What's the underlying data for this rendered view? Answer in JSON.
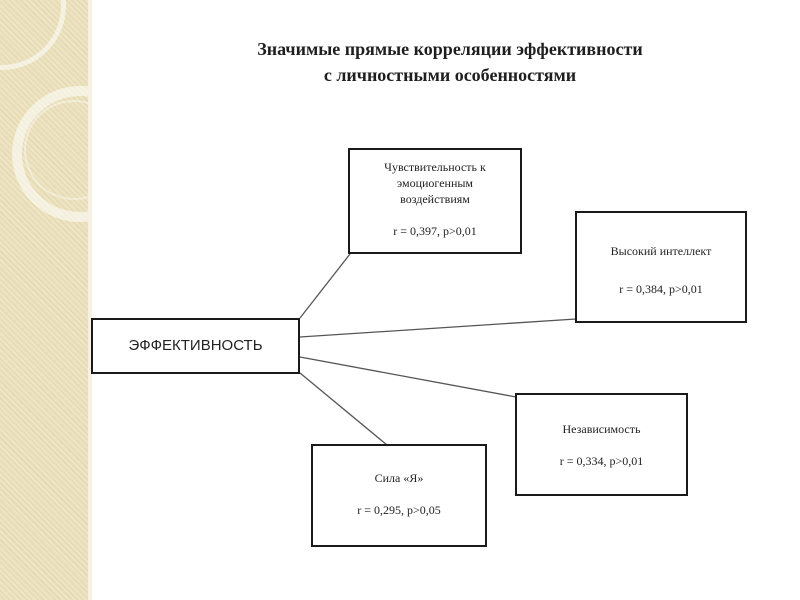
{
  "title": {
    "line1": "Значимые прямые корреляции  эффективности",
    "line2": "с личностными особенностями"
  },
  "center_node": {
    "label": "ЭФФЕКТИВНОСТЬ"
  },
  "nodes": [
    {
      "label": "Чувствительность к эмоциогенным воздействиям",
      "stat": "r =  0,397, p>0,01"
    },
    {
      "label": "Высокий интеллект",
      "stat": "r =  0,384, p>0,01"
    },
    {
      "label": "Независимость",
      "stat": "r =  0,334, p>0,01"
    },
    {
      "label": "Сила «Я»",
      "stat": "r =  0,295, p>0,05"
    }
  ],
  "colors": {
    "side_panel": "#eadfb8",
    "border": "#1a1a1a",
    "line": "#555555"
  }
}
